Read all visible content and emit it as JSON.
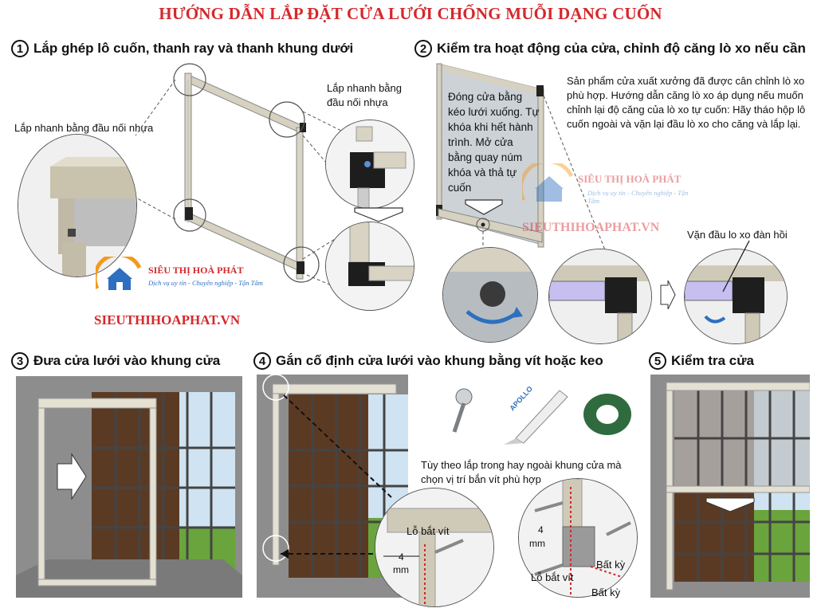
{
  "title": "HƯỚNG DẪN LẮP ĐẶT CỬA LƯỚI CHỐNG MUỖI DẠNG CUỐN",
  "steps": [
    {
      "num": "1",
      "label": "Lắp ghép lô cuốn, thanh ray và thanh khung dưới"
    },
    {
      "num": "2",
      "label": "Kiểm tra hoạt động của cửa, chỉnh độ căng lò xo nếu cần"
    },
    {
      "num": "3",
      "label": "Đưa cửa lưới vào khung cửa"
    },
    {
      "num": "4",
      "label": "Gắn cố định cửa lưới vào khung bằng vít hoặc keo"
    },
    {
      "num": "5",
      "label": "Kiểm tra cửa"
    }
  ],
  "step1": {
    "note_left": "Lắp nhanh bằng đầu nối nhựa",
    "note_right": "Lắp nhanh bằng đầu nối nhựa"
  },
  "step2": {
    "note_panel": "Đóng cửa bằng kéo lưới xuống. Tự khóa khi hết hành trình. Mở cửa bằng quay núm khóa và thả tự cuốn",
    "note_right": "Sản phẩm cửa xuất xưởng đã được cân chỉnh lò xo phù hợp. Hướng dẫn căng lò xo áp dụng nếu muốn chỉnh lại độ căng của lò xo tự cuốn: Hãy tháo hộp lô cuốn ngoài và vặn lại đầu lò xo cho căng và lắp lại.",
    "spring_label": "Vặn đầu lo xo đàn hồi"
  },
  "step4": {
    "note": "Tùy theo lắp trong hay ngoài khung cửa mà chọn vị trí bắn vít phù hợp",
    "screw_hole_1": "Lỗ bắt vít",
    "screw_hole_2": "Lỗ bắt vít",
    "dim_1": "4",
    "dim_1_unit": "mm",
    "dim_2": "4",
    "dim_2_unit": "mm",
    "any_1": "Bất kỳ",
    "any_2": "Bất kỳ",
    "tube_brand": "APOLLO"
  },
  "brand": {
    "name": "SIÊU THỊ HOÀ PHÁT",
    "tagline": "Dịch vụ uy tín - Chuyên nghiệp - Tận Tâm",
    "url": "SIEUTHIHOAPHAT.VN"
  },
  "colors": {
    "title_red": "#d4282c",
    "frame_beige": "#ddd8c8",
    "frame_dark": "#222222",
    "wood": "#5b3a24",
    "sky": "#cfe3f2",
    "grass": "#6aa43c",
    "wall": "#8d8d8d",
    "brand_blue": "#2e6fbf",
    "brand_orange": "#f29a1e"
  }
}
